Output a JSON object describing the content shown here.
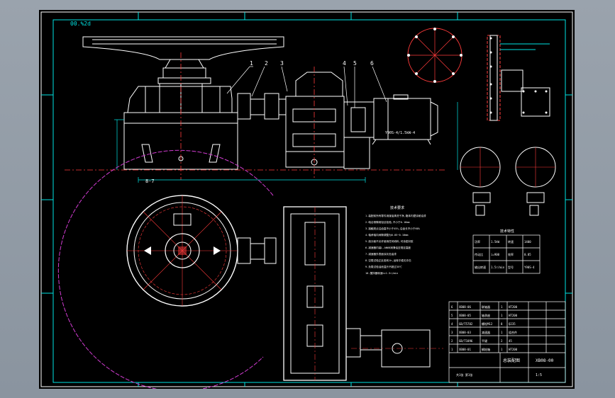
{
  "drawing": {
    "corner_label": "00.%2d",
    "balloons": [
      "1",
      "2",
      "3",
      "4",
      "5",
      "6"
    ],
    "section_label": "8-7",
    "motor_label": "Y90S-4/1.5kW-4",
    "notes_heading": "技术要求",
    "tech_requirements": [
      "1.装配前所有零件用煤油清洗干净,箱体内壁涂耐油漆",
      "2.啮合侧隙用铅丝检验,不小于0.16mm",
      "3.接触斑点沿齿高不小于45%,沿齿长不小于60%",
      "4.轴承轴向间隙调整为0.05~0.10mm",
      "5.剖分面不允许使用任何填料,可涂密封胶",
      "6.减速器内装L-AN68润滑油至规定高度",
      "7.减速器外表面涂灰色油漆",
      "8.空载试验正反各转1h,运转平稳无冲击",
      "9.负载试验油池温升不超过35℃",
      "10.搅拌器转速n=1.5r/min"
    ],
    "spec_table_title": "技术特性",
    "spec_table": [
      [
        "功率",
        "1.5kW",
        "转速",
        "1400"
      ],
      [
        "传动比",
        "i=900",
        "效率",
        "0.85"
      ],
      [
        "输出转速",
        "1.5r/min",
        "型号",
        "Y90S-4"
      ]
    ],
    "bom_rows": [
      [
        "6",
        "XB08-06",
        "联轴器",
        "1",
        "HT200",
        ""
      ],
      [
        "5",
        "XB08-05",
        "轴承座",
        "1",
        "HT200",
        ""
      ],
      [
        "4",
        "GB/T5782",
        "螺栓M12",
        "8",
        "Q235",
        ""
      ],
      [
        "3",
        "XB08-03",
        "减速器",
        "1",
        "组合件",
        ""
      ],
      [
        "2",
        "GB/T1096",
        "平键",
        "2",
        "45",
        ""
      ],
      [
        "1",
        "XB08-01",
        "蜗轮箱",
        "1",
        "HT200",
        ""
      ]
    ],
    "title_block": {
      "drawing_name": "总装配图",
      "drawing_no": "XB08-00",
      "scale": "1:5",
      "footer": "共1张 第1张"
    },
    "colors": {
      "background": "#000000",
      "linework": "#ffffff",
      "frame": "#00e5e5",
      "centerline": "#ff3b3b",
      "arc": "#d23cd2",
      "labels": "#dcdc40",
      "dimension": "#00e5e5"
    }
  }
}
